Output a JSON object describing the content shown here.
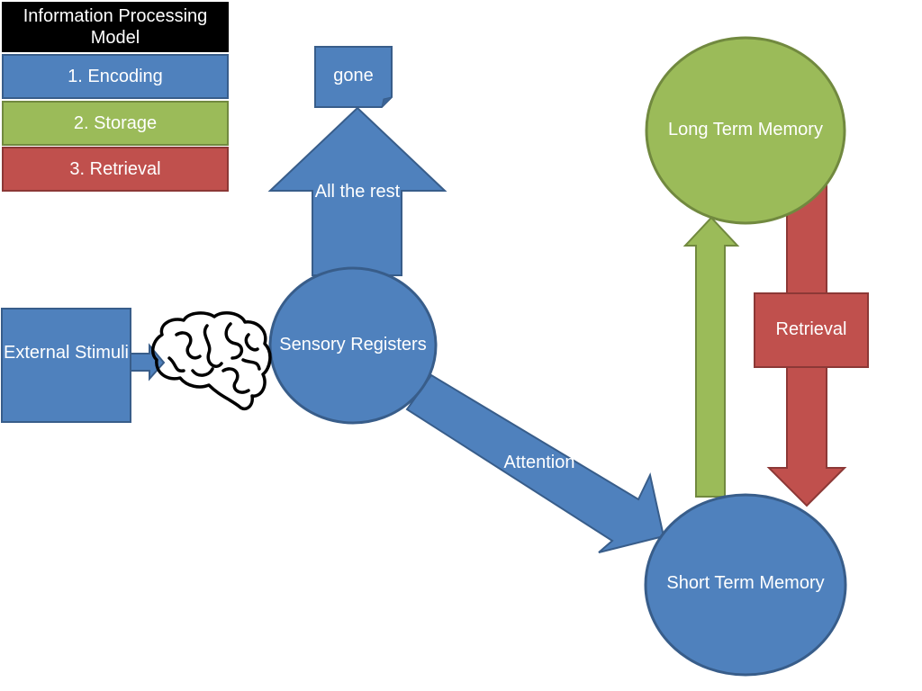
{
  "legend": {
    "title": "Information Processing Model",
    "items": [
      "1. Encoding",
      "2. Storage",
      "3. Retrieval"
    ]
  },
  "nodes": {
    "external_stimuli": "External Stimuli",
    "sensory_registers": "Sensory Registers",
    "short_term_memory": "Short Term Memory",
    "long_term_memory": "Long Term Memory",
    "gone": "gone"
  },
  "edges": {
    "all_the_rest": "All the rest",
    "attention": "Attention",
    "retrieval": "Retrieval"
  },
  "colors": {
    "blue": "#4f81bd",
    "green": "#9bbb59",
    "red": "#c0504d",
    "black": "#000000"
  }
}
